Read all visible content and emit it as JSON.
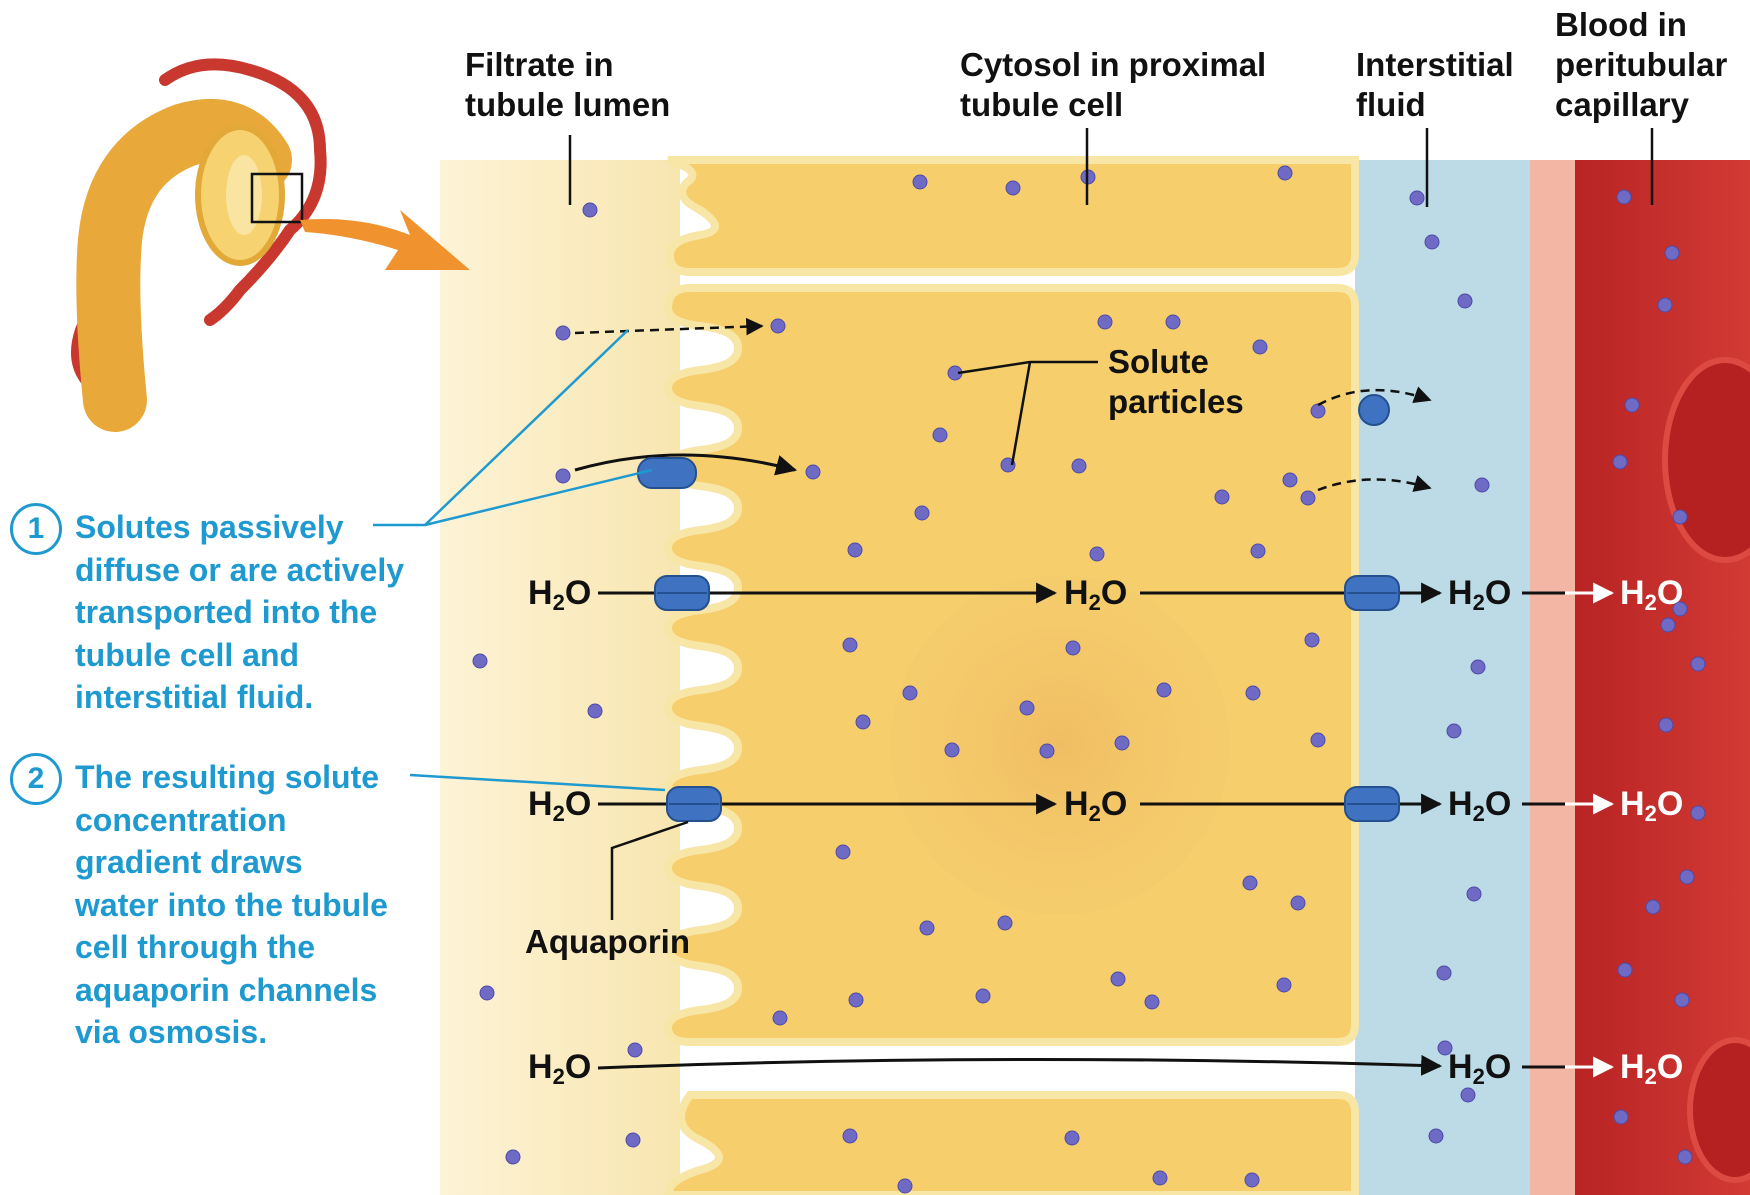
{
  "labels": {
    "filtrate": [
      "Filtrate in",
      "tubule lumen"
    ],
    "cytosol": [
      "Cytosol in proximal",
      "tubule cell"
    ],
    "interstitial": [
      "Interstitial",
      "fluid"
    ],
    "blood": [
      "Blood in",
      "peritubular",
      "capillary"
    ],
    "solute": [
      "Solute",
      "particles"
    ],
    "aquaporin": "Aquaporin"
  },
  "steps": [
    {
      "number": "1",
      "lines": [
        "Solutes passively",
        "diffuse or are actively",
        "transported into the",
        "tubule cell and",
        "interstitial fluid."
      ]
    },
    {
      "number": "2",
      "lines": [
        "The resulting solute",
        "concentration",
        "gradient draws",
        "water into the tubule",
        "cell through the",
        "aquaporin channels",
        "via osmosis."
      ]
    }
  ],
  "water": {
    "main": "H",
    "sub": "2",
    "tail": "O"
  },
  "colors": {
    "lumen": "#fbeec8",
    "cell": "#f6cf6c",
    "cell_membrane": "#f7e6a6",
    "interstitial": "#bcdbe6",
    "blood": "#c52a2a",
    "solute": "#6f6ac4",
    "channel": "#3f72c0",
    "step_text": "#1f9ad0",
    "tubule": "#e8a83a",
    "arrow_orange": "#f0922e"
  }
}
